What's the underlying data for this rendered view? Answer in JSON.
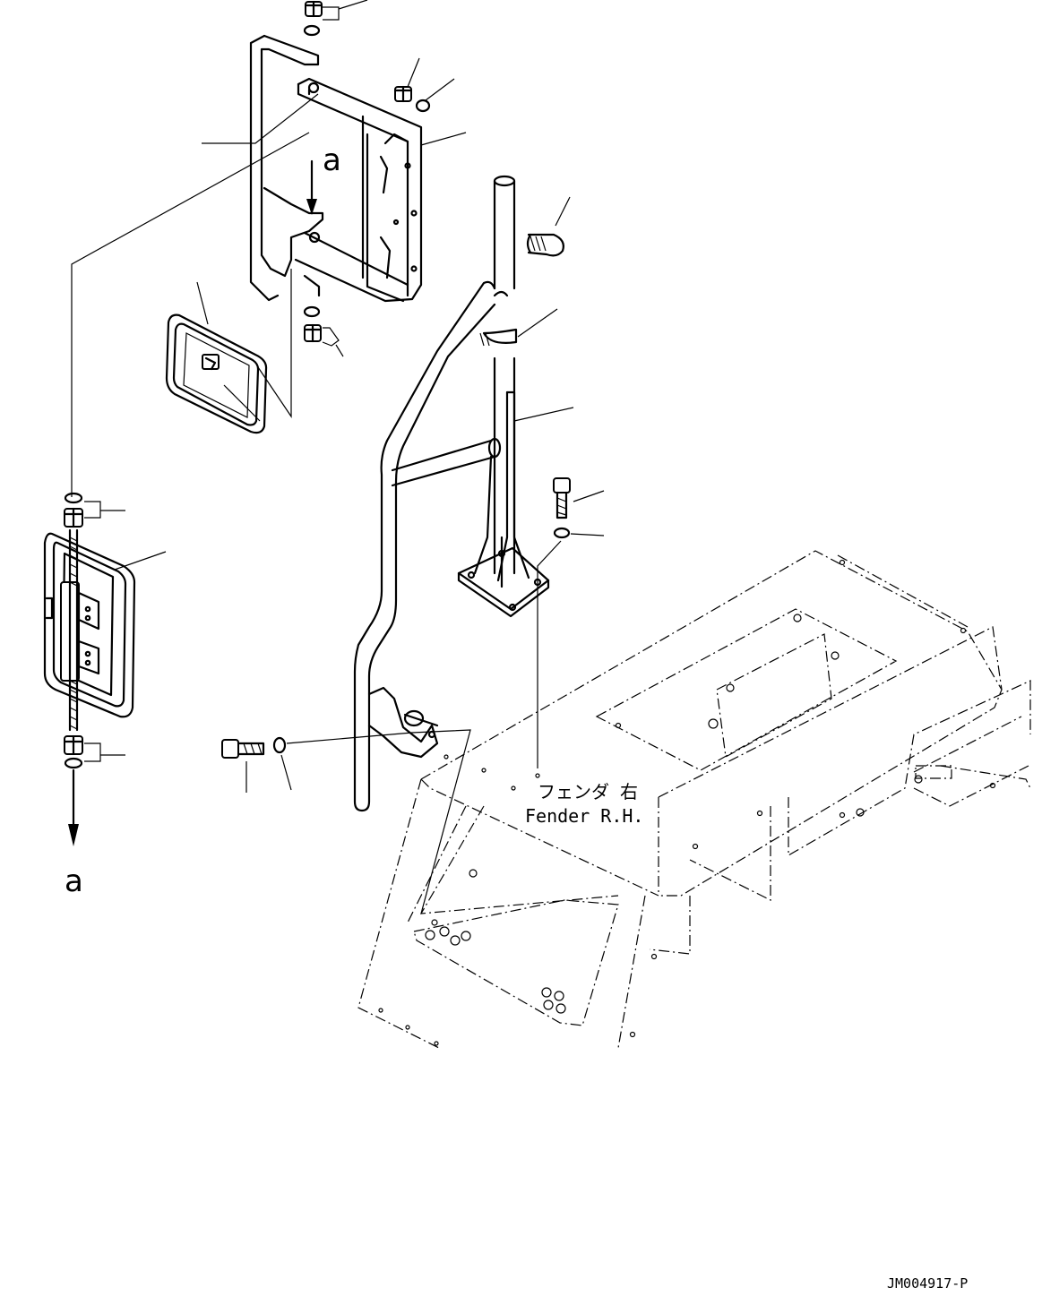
{
  "labels": {
    "ref_a_top": "a",
    "ref_a_bottom": "a",
    "fender_jp": "フェンダ 右",
    "fender_en": "Fender R.H.",
    "drawing_number": "JM004917-P"
  }
}
